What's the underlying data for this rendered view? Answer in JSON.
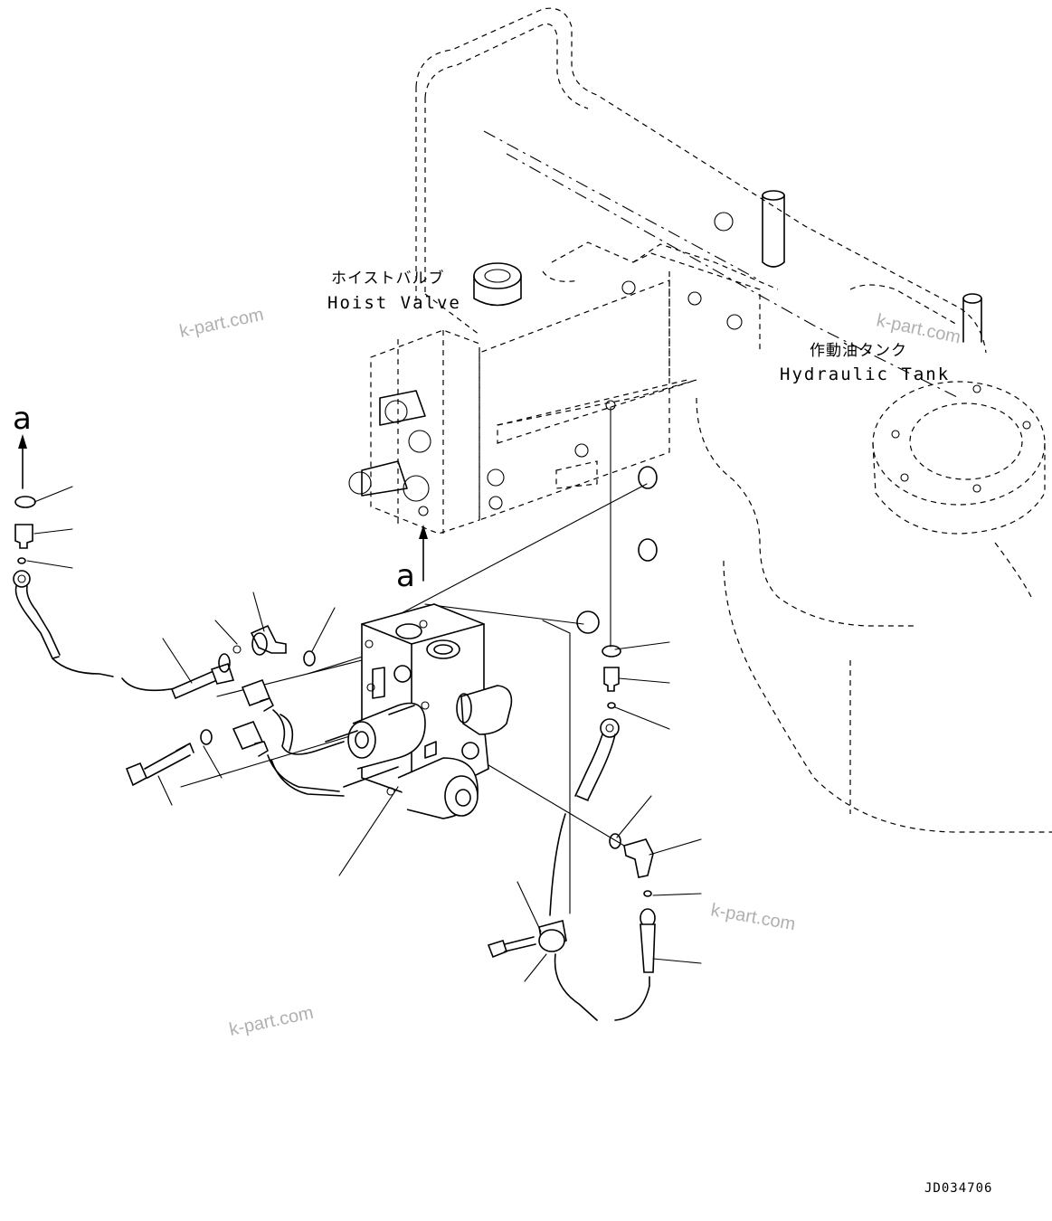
{
  "labels": {
    "hoist_valve_jp": "ホイストバルブ",
    "hoist_valve_en": "Hoist Valve",
    "hydraulic_tank_jp": "作動油タンク",
    "hydraulic_tank_en": "Hydraulic Tank",
    "connection_marker_top": "a",
    "connection_marker_valve": "a",
    "drawing_code": "JD034706"
  },
  "watermarks": [
    "k-part.com",
    "k-part.com",
    "k-part.com",
    "k-part.com"
  ]
}
